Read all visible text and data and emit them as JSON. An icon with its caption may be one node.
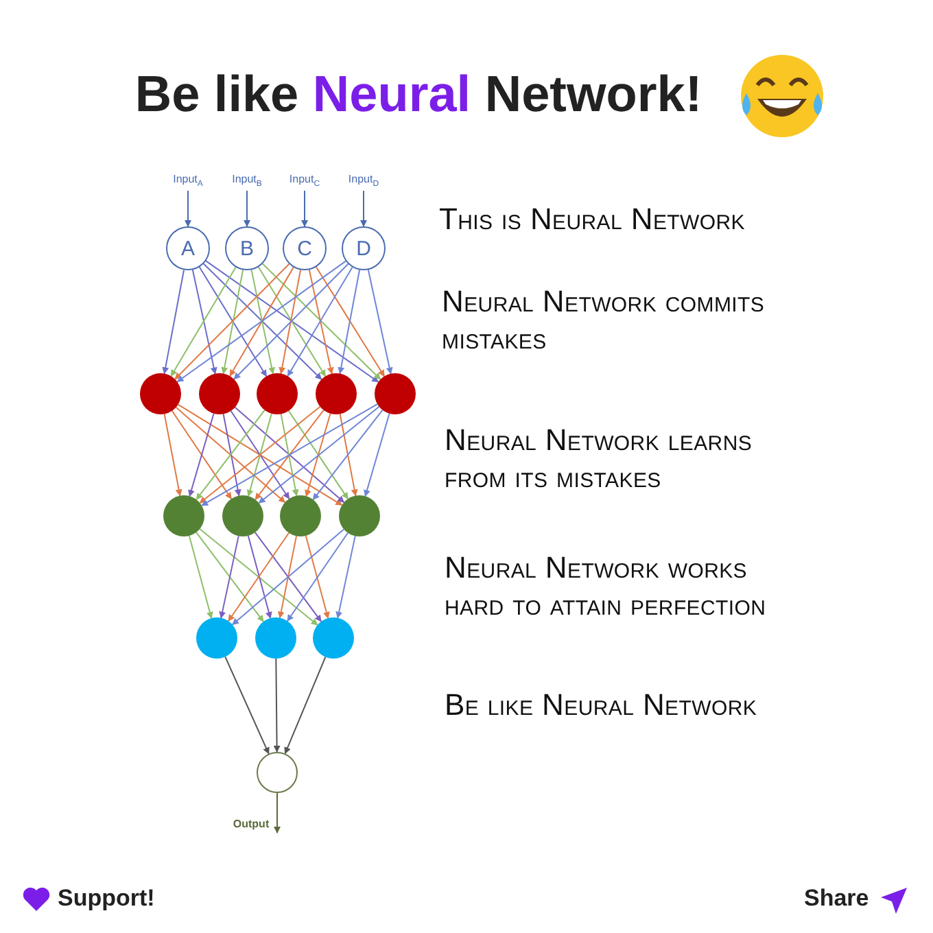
{
  "diagram": {
    "title": "Be like **Neural** Network!",
    "nodes": [
      {
        "text": [
          "Input$_{A}$"
        ]
      },
      {
        "text": [
          "Input$_{B}$"
        ]
      },
      {
        "text": [
          "Input$_{C}$"
        ]
      },
      {
        "text": [
          "Input$_{D}$"
        ]
      },
      {
        "text": [
          "A"
        ]
      },
      {
        "text": [
          "B"
        ]
      },
      {
        "text": [
          "C"
        ]
      },
      {
        "text": [
          "D"
        ]
      },
      {
        "text": [],
        "shape": "circle"
      },
      {
        "text": [],
        "shape": "circle"
      },
      {
        "text": [],
        "shape": "circle"
      },
      {
        "text": [],
        "shape": "circle"
      },
      {
        "text": [],
        "shape": "circle"
      },
      {
        "text": [],
        "shape": "circle"
      },
      {
        "text": [],
        "shape": "circle"
      },
      {
        "text": [],
        "shape": "circle"
      },
      {
        "text": [],
        "shape": "circle"
      },
      {
        "text": [],
        "shape": "circle"
      },
      {
        "text": [],
        "shape": "circle"
      },
      {
        "text": [],
        "shape": "circle"
      },
      {
        "text": [],
        "shape": "circle"
      },
      {
        "text": [
          "Output"
        ]
      }
    ],
    "edges": [
      {
        "from": 0,
        "to": 4,
        "arrow": "to",
        "color": "#4a6cb0"
      },
      {
        "from": 1,
        "to": 5,
        "arrow": "to",
        "color": "#4a6cb0"
      },
      {
        "from": 2,
        "to": 6,
        "arrow": "to",
        "color": "#4a6cb0"
      },
      {
        "from": 3,
        "to": 7,
        "arrow": "to",
        "color": "#4a6cb0"
      },
      {
        "from": 4,
        "to": 8,
        "arrow": "to",
        "color": "#6b6fc8"
      },
      {
        "from": 4,
        "to": 9,
        "arrow": "to",
        "color": "#6b6fc8"
      },
      {
        "from": 4,
        "to": 10,
        "arrow": "to",
        "color": "#6b6fc8"
      },
      {
        "from": 4,
        "to": 11,
        "arrow": "to",
        "color": "#6b6fc8"
      },
      {
        "from": 4,
        "to": 12,
        "arrow": "to",
        "color": "#6b6fc8"
      },
      {
        "from": 5,
        "to": 8,
        "arrow": "to",
        "color": "#8fbf6a"
      },
      {
        "from": 5,
        "to": 9,
        "arrow": "to",
        "color": "#8fbf6a"
      },
      {
        "from": 5,
        "to": 10,
        "arrow": "to",
        "color": "#8fbf6a"
      },
      {
        "from": 5,
        "to": 11,
        "arrow": "to",
        "color": "#8fbf6a"
      },
      {
        "from": 5,
        "to": 12,
        "arrow": "to",
        "color": "#8fbf6a"
      },
      {
        "from": 6,
        "to": 8,
        "arrow": "to",
        "color": "#e07a45"
      },
      {
        "from": 6,
        "to": 9,
        "arrow": "to",
        "color": "#e07a45"
      },
      {
        "from": 6,
        "to": 10,
        "arrow": "to",
        "color": "#e07a45"
      },
      {
        "from": 6,
        "to": 11,
        "arrow": "to",
        "color": "#e07a45"
      },
      {
        "from": 6,
        "to": 12,
        "arrow": "to",
        "color": "#e07a45"
      },
      {
        "from": 7,
        "to": 8,
        "arrow": "to",
        "color": "#6f86d6"
      },
      {
        "from": 7,
        "to": 9,
        "arrow": "to",
        "color": "#6f86d6"
      },
      {
        "from": 7,
        "to": 10,
        "arrow": "to",
        "color": "#6f86d6"
      },
      {
        "from": 7,
        "to": 11,
        "arrow": "to",
        "color": "#6f86d6"
      },
      {
        "from": 7,
        "to": 12,
        "arrow": "to",
        "color": "#6f86d6"
      },
      {
        "from": 8,
        "to": 13,
        "arrow": "to",
        "color": "#e07a45"
      },
      {
        "from": 8,
        "to": 14,
        "arrow": "to",
        "color": "#e07a45"
      },
      {
        "from": 8,
        "to": 15,
        "arrow": "to",
        "color": "#e07a45"
      },
      {
        "from": 8,
        "to": 16,
        "arrow": "to",
        "color": "#e07a45"
      },
      {
        "from": 9,
        "to": 13,
        "arrow": "to",
        "color": "#7a5fc0"
      },
      {
        "from": 9,
        "to": 14,
        "arrow": "to",
        "color": "#7a5fc0"
      },
      {
        "from": 9,
        "to": 15,
        "arrow": "to",
        "color": "#7a5fc0"
      },
      {
        "from": 9,
        "to": 16,
        "arrow": "to",
        "color": "#7a5fc0"
      },
      {
        "from": 10,
        "to": 13,
        "arrow": "to",
        "color": "#8fbf6a"
      },
      {
        "from": 10,
        "to": 14,
        "arrow": "to",
        "color": "#8fbf6a"
      },
      {
        "from": 10,
        "to": 15,
        "arrow": "to",
        "color": "#8fbf6a"
      },
      {
        "from": 10,
        "to": 16,
        "arrow": "to",
        "color": "#8fbf6a"
      },
      {
        "from": 11,
        "to": 13,
        "arrow": "to",
        "color": "#e07a45"
      },
      {
        "from": 11,
        "to": 14,
        "arrow": "to",
        "color": "#e07a45"
      },
      {
        "from": 11,
        "to": 15,
        "arrow": "to",
        "color": "#e07a45"
      },
      {
        "from": 11,
        "to": 16,
        "arrow": "to",
        "color": "#e07a45"
      },
      {
        "from": 12,
        "to": 13,
        "arrow": "to",
        "color": "#6f86d6"
      },
      {
        "from": 12,
        "to": 14,
        "arrow": "to",
        "color": "#6f86d6"
      },
      {
        "from": 12,
        "to": 15,
        "arrow": "to",
        "color": "#6f86d6"
      },
      {
        "from": 12,
        "to": 16,
        "arrow": "to",
        "color": "#6f86d6"
      },
      {
        "from": 13,
        "to": 17,
        "arrow": "to",
        "color": "#8fbf6a"
      },
      {
        "from": 13,
        "to": 18,
        "arrow": "to",
        "color": "#8fbf6a"
      },
      {
        "from": 13,
        "to": 19,
        "arrow": "to",
        "color": "#8fbf6a"
      },
      {
        "from": 14,
        "to": 17,
        "arrow": "to",
        "color": "#7a5fc0"
      },
      {
        "from": 14,
        "to": 18,
        "arrow": "to",
        "color": "#7a5fc0"
      },
      {
        "from": 14,
        "to": 19,
        "arrow": "to",
        "color": "#7a5fc0"
      },
      {
        "from": 15,
        "to": 17,
        "arrow": "to",
        "color": "#e07a45"
      },
      {
        "from": 15,
        "to": 18,
        "arrow": "to",
        "color": "#e07a45"
      },
      {
        "from": 15,
        "to": 19,
        "arrow": "to",
        "color": "#e07a45"
      },
      {
        "from": 16,
        "to": 17,
        "arrow": "to",
        "color": "#6f86d6"
      },
      {
        "from": 16,
        "to": 18,
        "arrow": "to",
        "color": "#6f86d6"
      },
      {
        "from": 16,
        "to": 19,
        "arrow": "to",
        "color": "#6f86d6"
      },
      {
        "from": 17,
        "to": 20,
        "arrow": "to",
        "color": "#555555"
      },
      {
        "from": 18,
        "to": 20,
        "arrow": "to",
        "color": "#555555"
      },
      {
        "from": 19,
        "to": 20,
        "arrow": "to",
        "color": "#555555"
      },
      {
        "from": 20,
        "to": 21,
        "arrow": "to",
        "color": "#5b6b3a"
      }
    ],
    "labels": [
      "This is Neural Network",
      "Neural Network commits mistakes",
      "Neural Network learns from its mistakes",
      "Neural Network works hard to attain perfection",
      "Be like Neural Network",
      "Support!",
      "Share"
    ]
  }
}
